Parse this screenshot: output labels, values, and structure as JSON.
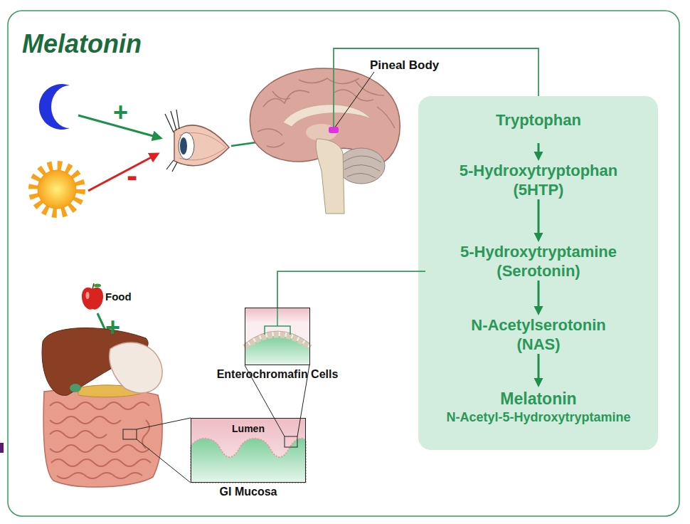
{
  "diagram": {
    "title": "Melatonin",
    "nodes": [
      {
        "text": [
          "Pineal Body"
        ]
      },
      {
        "text": [
          "Tryptophan"
        ]
      },
      {
        "text": [
          "5-Hydroxytryptophan",
          "(5HTP)"
        ]
      },
      {
        "text": [
          "5-Hydroxytryptamine",
          "(Serotonin)"
        ]
      },
      {
        "text": [
          "N-Acetylserotonin",
          "(NAS)"
        ]
      },
      {
        "text": [
          "Melatonin",
          "N-Acetyl-5-Hydroxytryptamine"
        ]
      },
      {
        "text": [
          "Enterochromafin Cells"
        ]
      },
      {
        "text": [
          "Lumen",
          "GI Mucosa"
        ]
      }
    ],
    "edges": [
      {
        "from": 0,
        "to": 1,
        "arrow": "none"
      },
      {
        "from": 1,
        "to": 2,
        "arrow": "to"
      },
      {
        "from": 2,
        "to": 3,
        "arrow": "to"
      },
      {
        "from": 3,
        "to": 4,
        "arrow": "to"
      },
      {
        "from": 4,
        "to": 5,
        "arrow": "to"
      },
      {
        "from": 3,
        "to": 6,
        "arrow": "none"
      }
    ],
    "labels": [
      "+",
      "-",
      "Food",
      "+"
    ]
  }
}
